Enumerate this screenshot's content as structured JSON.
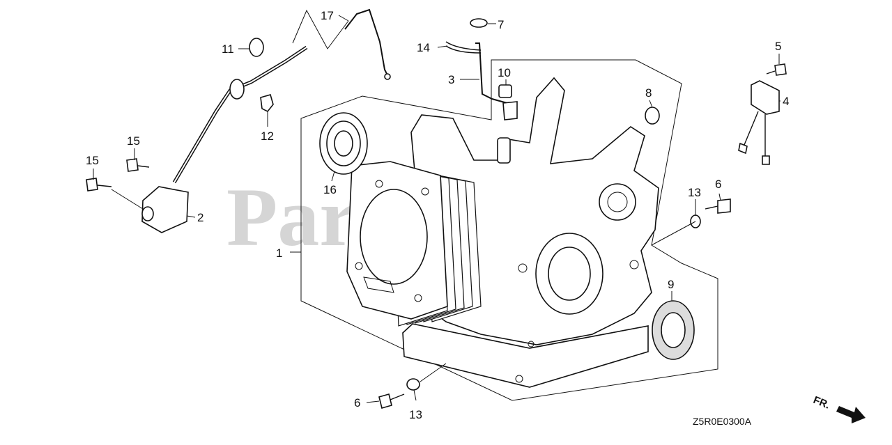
{
  "diagram": {
    "watermark": "PartsTree",
    "diagram_code": "Z5R0E0300A",
    "direction_label": "FR.",
    "callouts": {
      "c1": "1",
      "c2": "2",
      "c3": "3",
      "c4": "4",
      "c5": "5",
      "c6a": "6",
      "c6b": "6",
      "c7": "7",
      "c8": "8",
      "c9": "9",
      "c10": "10",
      "c11": "11",
      "c12": "12",
      "c13a": "13",
      "c13b": "13",
      "c14": "14",
      "c15a": "15",
      "c15b": "15",
      "c16": "16",
      "c17": "17"
    }
  }
}
